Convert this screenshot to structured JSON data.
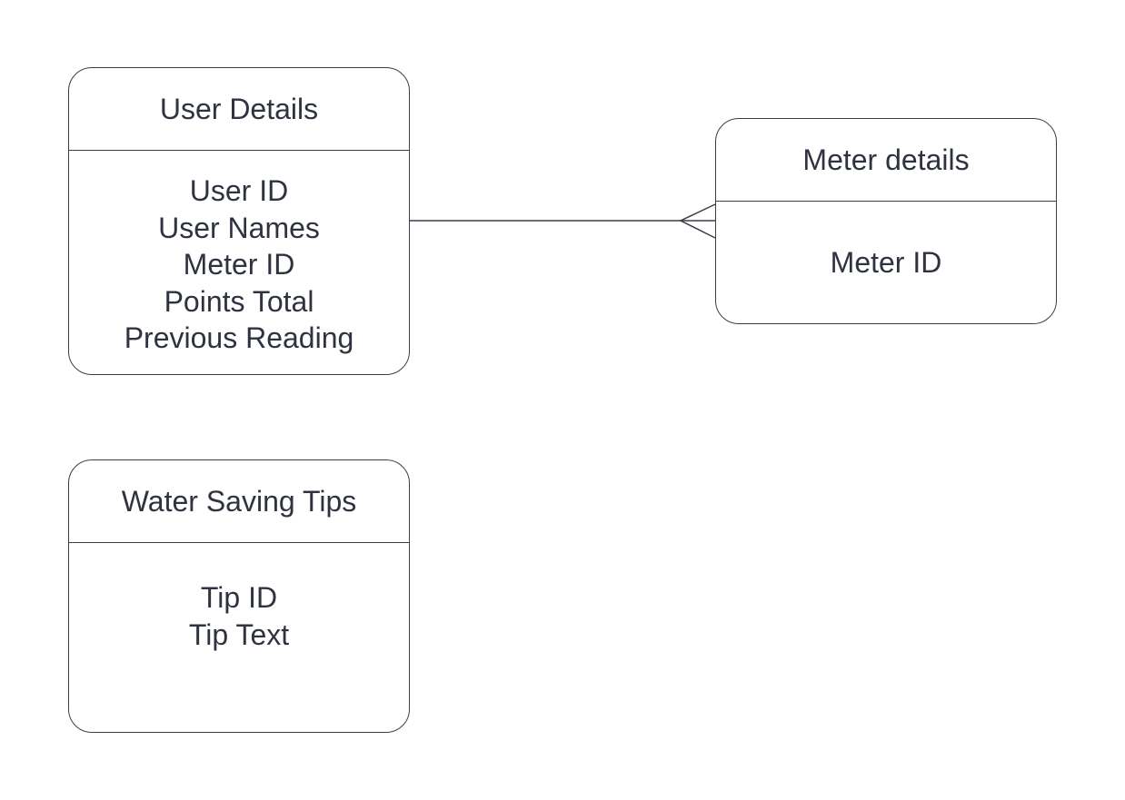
{
  "entities": {
    "user_details": {
      "title": "User Details",
      "fields": [
        "User ID",
        "User Names",
        "Meter ID",
        "Points Total",
        "Previous Reading"
      ]
    },
    "meter_details": {
      "title": "Meter details",
      "fields": [
        "Meter ID"
      ]
    },
    "water_saving_tips": {
      "title": "Water Saving Tips",
      "fields": [
        "Tip ID",
        "Tip Text"
      ]
    }
  },
  "relationships": [
    {
      "from": "user_details",
      "to": "meter_details",
      "type": "one-to-many",
      "end_marker": "crows-foot"
    }
  ],
  "colors": {
    "stroke": "#3a3e48",
    "text": "#2f3340",
    "background": "#ffffff"
  }
}
